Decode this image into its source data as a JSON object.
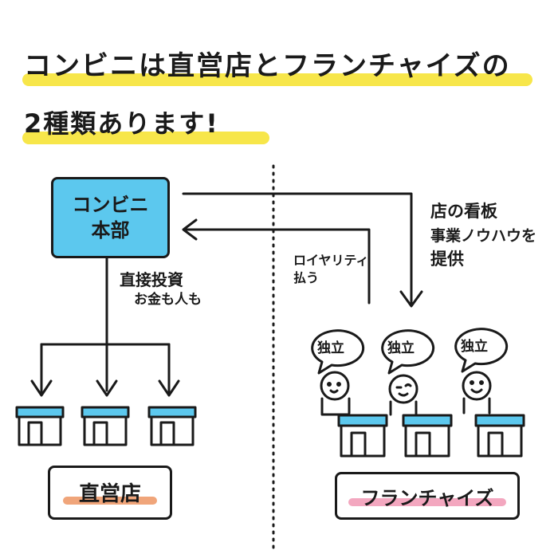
{
  "title": {
    "line1": "コンビニは直営店とフランチャイズの",
    "line2": "2種類あります!"
  },
  "headquarters": {
    "line1": "コンビニ",
    "line2": "本部"
  },
  "direct_investment": {
    "line1": "直接投資",
    "line2": "お金も人も"
  },
  "royalty": {
    "line1": "ロイヤリティ",
    "line2": "払う"
  },
  "provide": {
    "line1": "店の看板",
    "line2": "事業ノウハウを",
    "line3": "提供"
  },
  "independent_label": "独立",
  "direct_store_box": "直営店",
  "franchise_box": "フランチャイズ",
  "colors": {
    "highlight_yellow": "#f7e64a",
    "hq_blue": "#5cc8ee",
    "roof_blue": "#5cc8ee",
    "underline_orange": "#f0a57a",
    "underline_pink": "#f3a7bf",
    "ink": "#1a1a1a"
  }
}
